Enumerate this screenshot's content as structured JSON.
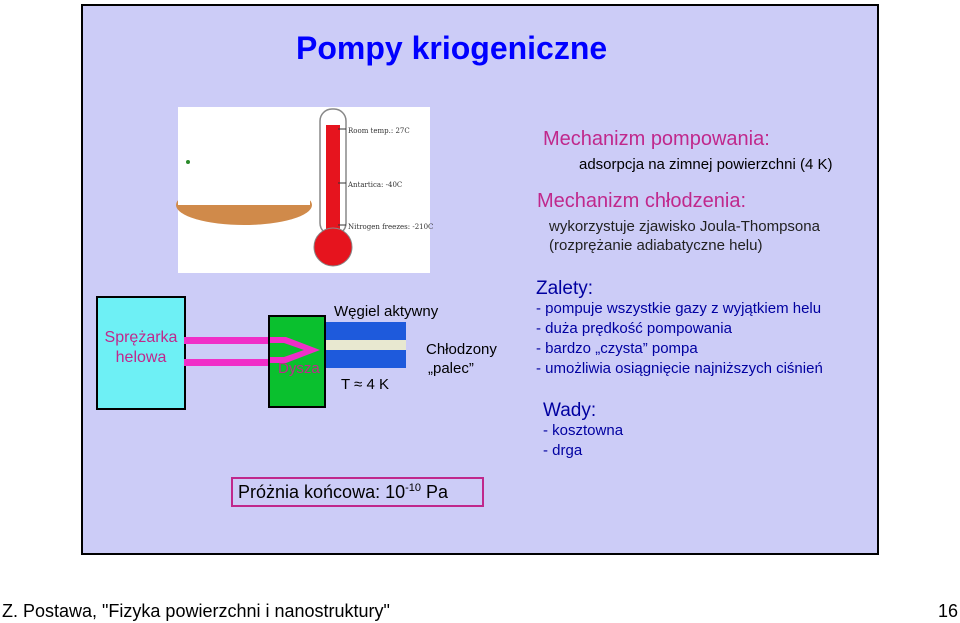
{
  "title": "Pompy kriogeniczne",
  "thermometer": {
    "room": "Room temp.: 27C",
    "antarctica": "Antartica: -40C",
    "nitrogen": "Nitrogen freezes: -210C"
  },
  "mechanism_pumping": {
    "heading": "Mechanizm pompowania:",
    "text": "adsorpcja na zimnej powierzchni (4 K)"
  },
  "mechanism_cooling": {
    "heading": "Mechanizm chłodzenia:",
    "line1": "wykorzystuje zjawisko Joula-Thompsona",
    "line2": "(rozprężanie adiabatyczne helu)"
  },
  "advantages": {
    "heading": "Zalety:",
    "items": [
      "- pompuje wszystkie gazy z wyjątkiem helu",
      "- duża prędkość pompowania",
      "- bardzo „czysta” pompa",
      "- umożliwia osiągnięcie najniższych ciśnień"
    ]
  },
  "disadvantages": {
    "heading": "Wady:",
    "items": [
      "- kosztowna",
      "- drga"
    ]
  },
  "diagram": {
    "compressor_line1": "Sprężarka",
    "compressor_line2": "helowa",
    "nozzle": "Dysza",
    "carbon": "Węgiel aktywny",
    "cold_finger_line1": "Chłodzony",
    "cold_finger_line2": "„palec”",
    "temperature": "T ≈ 4 K"
  },
  "vacuum": {
    "prefix": "Próżnia końcowa: 10",
    "exponent": "-10",
    "unit": " Pa"
  },
  "footer": {
    "left": "Z. Postawa, \"Fizyka powierzchni i nanostruktury\"",
    "page": "16"
  }
}
